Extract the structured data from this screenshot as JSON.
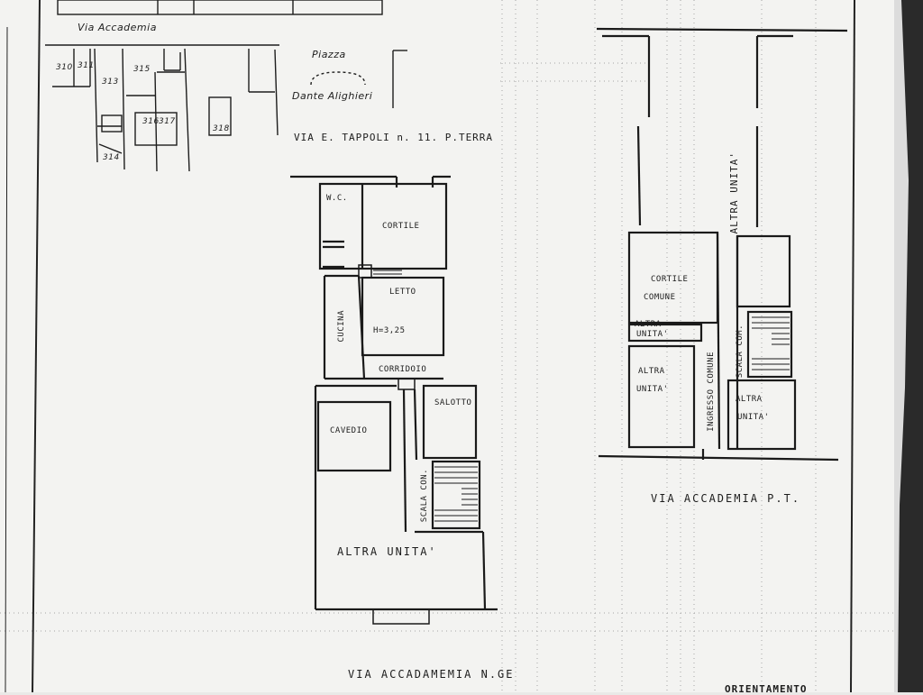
{
  "sketch": {
    "street_top": "Via        Accademia",
    "piazza_1": "Piazza",
    "piazza_2": "Dante Alighieri",
    "parcels": [
      "310",
      "311",
      "313",
      "315",
      "314",
      "316",
      "317",
      "318"
    ]
  },
  "plan_left": {
    "title": "VIA E. TAPPOLI  n. 11.   P.TERRA",
    "rooms": {
      "wc": "W.C.",
      "cortile": "CORTILE",
      "letto": "LETTO",
      "cucina": "CUCINA",
      "height": "H=3,25",
      "corridoio": "CORRIDOIO",
      "salotto": "SALOTTO",
      "cavedio": "CAVEDIO",
      "scala": "SCALA CON.",
      "altra_unita": "ALTRA   UNITA'"
    },
    "street_bottom": "VIA ACCADAMEMIA  N.GE"
  },
  "plan_right": {
    "rooms": {
      "altra_unita_top": "ALTRA UNITA'",
      "cortile_comune_1": "CORTILE",
      "cortile_comune_2": "COMUNE",
      "altra_unita_small_1": "ALTRA",
      "altra_unita_small_2": "UNITA'",
      "scala_com": "SCALA COM.",
      "altra_unita_left_1": "ALTRA",
      "altra_unita_left_2": "UNITA'",
      "ingresso_comune": "INGRESSO COMUNE",
      "altra_unita_right_1": "ALTRA",
      "altra_unita_right_2": "UNITA'"
    },
    "street_bottom": "VIA ACCADEMIA   P.T."
  },
  "footer": {
    "orientamento": "ORIENTAMENTO"
  },
  "colors": {
    "paper": "#f3f3f1",
    "ink": "#1d1d1d",
    "grid": "#9a9a9a",
    "edge": "#2a2a2a"
  }
}
